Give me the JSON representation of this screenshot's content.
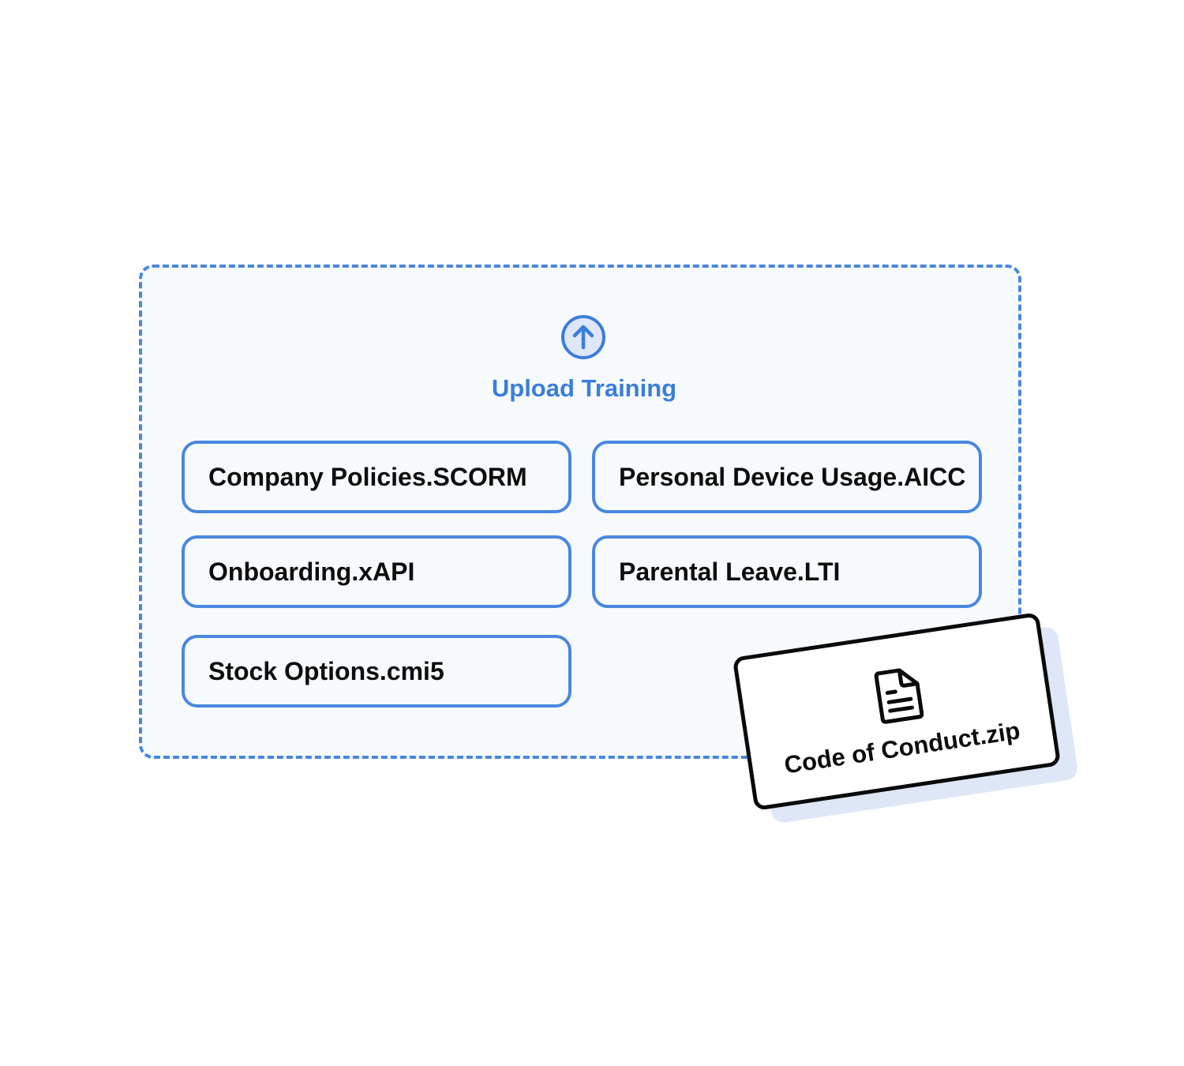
{
  "dropzone": {
    "title": "Upload Training",
    "icon": "arrow-up-circle-icon",
    "accent_color": "#4a87e0",
    "files": [
      {
        "label": "Company Policies.SCORM"
      },
      {
        "label": "Personal Device Usage.AICC"
      },
      {
        "label": "Onboarding.xAPI"
      },
      {
        "label": "Parental Leave.LTI"
      },
      {
        "label": "Stock Options.cmi5"
      }
    ]
  },
  "dragged_file": {
    "label": "Code of Conduct.zip",
    "icon": "document-icon"
  }
}
